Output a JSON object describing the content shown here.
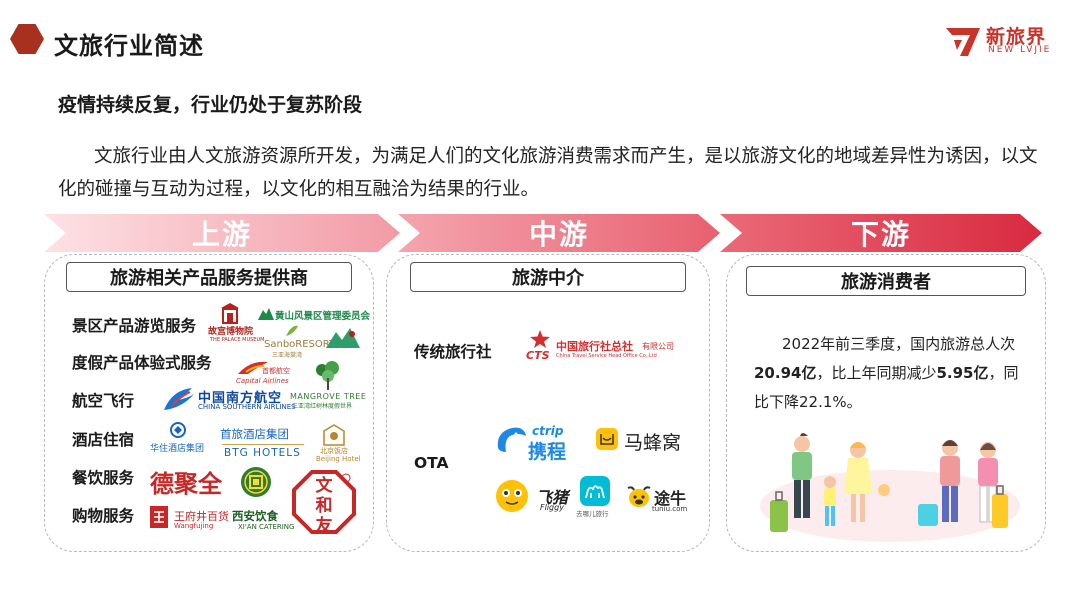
{
  "header": {
    "title": "文旅行业简述",
    "logo_cn": "新旅界",
    "logo_en": "NEW LVJIE"
  },
  "subtitle": "疫情持续反复，行业仍处于复苏阶段",
  "paragraph": "文旅行业由人文旅游资源所开发，为满足人们的文化旅游消费需求而产生，是以旅游文化的地域差异性为诱因，以文化的碰撞与互动为过程，以文化的相互融洽为结果的行业。",
  "stages": [
    "上游",
    "中游",
    "下游"
  ],
  "upstream": {
    "heading": "旅游相关产品服务提供商",
    "categories": [
      "景区产品游览服务",
      "度假产品体验式服务",
      "航空飞行",
      "酒店住宿",
      "餐饮服务",
      "购物服务"
    ],
    "logos": {
      "palace_museum": "故宫博物院",
      "palace_museum_en": "THE PALACE MUSEUM",
      "huangshan": "黄山风景区管理委员会",
      "sanbo": "SanboRESORT",
      "sanbo_cn": "三亚海棠湾",
      "capital_airlines_cn": "首都航空",
      "capital_airlines_en": "Capital Airlines",
      "china_southern_cn": "中国南方航空",
      "china_southern_en": "CHINA SOUTHERN AIRLINES",
      "mangrove": "MANGROVE TREE",
      "mangrove_cn": "三亚湾红树林度假世界",
      "huazhu": "华住酒店集团",
      "btg_cn": "首旅酒店集团",
      "btg_en": "BTG HOTELS",
      "beijing_hotel": "Beijing Hotel",
      "beijing_hotel_cn": "北京饭店",
      "dejuquan": "德聚全",
      "xian_catering_cn": "西安饮食",
      "xian_catering_en": "XI'AN CATERING",
      "wenheyou": "文和友",
      "wangfujing_cn": "王府井百货",
      "wangfujing_en": "Wangfujing"
    }
  },
  "midstream": {
    "heading": "旅游中介",
    "traditional_label": "传统旅行社",
    "ota_label": "OTA",
    "logos": {
      "cts": "CTS",
      "cts_cn": "中国旅行社总社",
      "cts_suffix": "有限公司",
      "cts_en": "China Travel Service Head Office Co.,Ltd",
      "ctrip_en": "ctrip",
      "ctrip_cn": "携程",
      "mafengwo": "马蜂窝",
      "fliggy_cn": "飞猪",
      "fliggy_en": "Fliggy",
      "qunar": "去哪儿旅行",
      "tuniu_cn": "途牛",
      "tuniu_en": "tuniu.com"
    }
  },
  "downstream": {
    "heading": "旅游消费者",
    "stat_prefix": "2022年前三季度，国内旅游总人次",
    "stat_total": "20.94亿",
    "stat_middle": "，比上年同期减少",
    "stat_decrease": "5.95亿",
    "stat_suffix": "，同比下降22.1%。"
  },
  "colors": {
    "accent": "#c8342a",
    "hexagon": "#a8301f",
    "arrow_light": "#f29aa5",
    "arrow_dark": "#d92a3f"
  }
}
